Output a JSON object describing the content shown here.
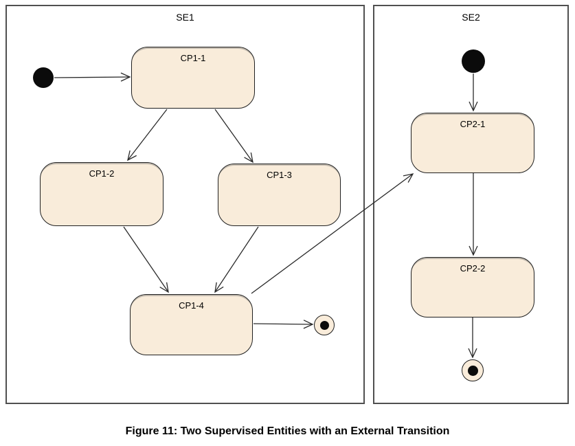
{
  "diagram": {
    "caption": "Figure 11: Two Supervised Entities with an External Transition",
    "regions": [
      {
        "id": "SE1",
        "title": "SE1",
        "states": [
          {
            "label": "CP1-1"
          },
          {
            "label": "CP1-2"
          },
          {
            "label": "CP1-3"
          },
          {
            "label": "CP1-4"
          }
        ],
        "has_initial_state": true,
        "has_final_state": true
      },
      {
        "id": "SE2",
        "title": "SE2",
        "states": [
          {
            "label": "CP2-1"
          },
          {
            "label": "CP2-2"
          }
        ],
        "has_initial_state": true,
        "has_final_state": true
      }
    ],
    "transitions": [
      {
        "from": "initial-SE1",
        "to": "CP1-1",
        "type": "internal"
      },
      {
        "from": "CP1-1",
        "to": "CP1-2",
        "type": "internal"
      },
      {
        "from": "CP1-1",
        "to": "CP1-3",
        "type": "internal"
      },
      {
        "from": "CP1-2",
        "to": "CP1-4",
        "type": "internal"
      },
      {
        "from": "CP1-3",
        "to": "CP1-4",
        "type": "internal"
      },
      {
        "from": "CP1-4",
        "to": "final-SE1",
        "type": "internal"
      },
      {
        "from": "CP1-4",
        "to": "CP2-1",
        "type": "external"
      },
      {
        "from": "initial-SE2",
        "to": "CP2-1",
        "type": "internal"
      },
      {
        "from": "CP2-1",
        "to": "CP2-2",
        "type": "internal"
      },
      {
        "from": "CP2-2",
        "to": "final-SE2",
        "type": "internal"
      }
    ]
  },
  "colors": {
    "state_fill": "#f9ecda",
    "state_border": "#1f1f1f",
    "region_border": "#4f4f4f",
    "line": "#2a2a2a",
    "background": "#ffffff",
    "text": "#000000"
  }
}
